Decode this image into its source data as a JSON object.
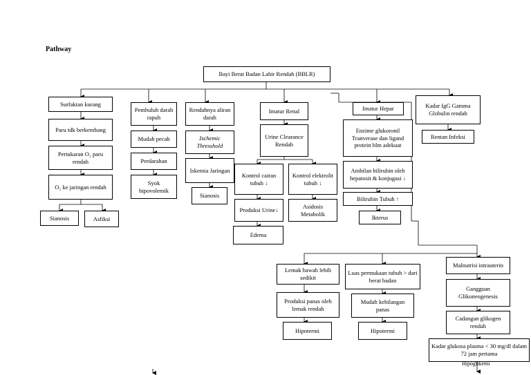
{
  "page_title": "Pathway",
  "nodes": {
    "root": "Bayi Berat Badan Lahir Rendah (BBLR)",
    "surfaktan": "Surfaktan kurang",
    "paru": "Paru tdk berkembang",
    "pertukaran": "Pertukaran O₂ paru rendah",
    "o2_jaringan": "O₂ ke jaringan rendah",
    "sianosis1": "Sianosis",
    "asfiksi": "Asfiksi",
    "pembuluh": "Pembuluh darah rapuh",
    "mudah_pecah": "Mudah pecah",
    "perdarahan": "Perdarahan",
    "syok": "Syok hipovolemik",
    "rendahnya": "Rendahnya aliran darah",
    "ischemic": "Ischemic Thresshold",
    "iskemia": "Iskemia Jaringan",
    "sianosis2": "Sianosis",
    "imatur_renal": "Imatur Renal",
    "urine_clearance": "Urine Clearance Rendah",
    "kontrol_cairan": "Kontrol cairan tubuh ↓",
    "produksi_urine": "Produksi Urine↓",
    "edema": "Edema",
    "kontrol_elektrolit": "Kontrol elektrolit tubuh ↓",
    "asidosis": "Asidosis Metabolik",
    "imatur_hepar": "Imatur Hepar",
    "enzime": "Enzime glukoronil Tranverase dan ligand protein blm adekuat",
    "ambilan": "Ambilan bilirubin oleh hepatosit & konjugasi ↓",
    "bilirubin": "Bilirubin Tubuh ↑",
    "ikterus": "Ikterus",
    "kadar_igg": "Kadar IgG Gamma Globulin rendah",
    "rentan": "Rentan Infeksi",
    "lemak": "Lemak bawah lebih sedikit",
    "produksi_panas": "Produksi panas oleh lemak rendah",
    "hipotermi1": "Hipotermi",
    "luas": "Luas permukaan tubuh > dari berat badan",
    "mudah_kehilangan": "Mudah kehilangan panas",
    "hipotermi2": "Hipotermi",
    "malnutrisi": "Malnutrisi intrauterin",
    "gangguan": "Gangguan Glikoneogenesis",
    "cadangan": "Cadangan glikogen rendah",
    "kadar_glukosa": "Kadar glukosa plasma < 30 mg/dl dalam 72 jam pertama",
    "hipoglikemi": "Hipoglikemi"
  }
}
